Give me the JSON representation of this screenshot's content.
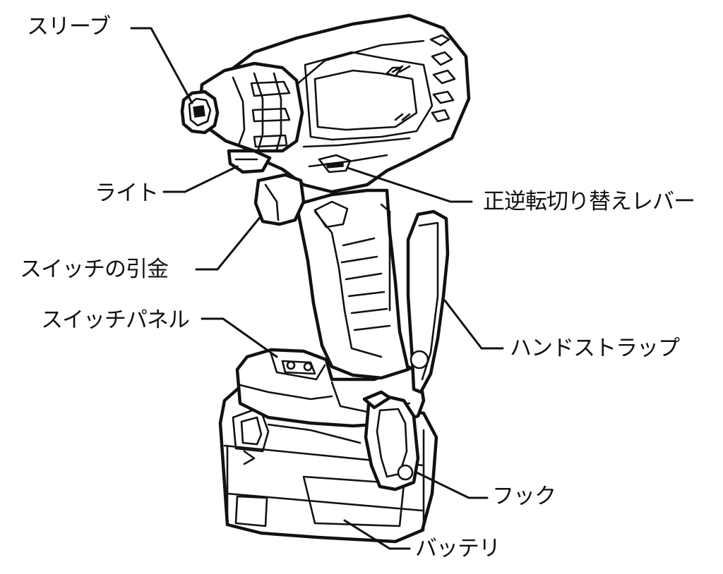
{
  "labels": {
    "sleeve": "スリーブ",
    "light": "ライト",
    "trigger": "スイッチの引金",
    "switch_panel": "スイッチパネル",
    "reverse_lever": "正逆転切り替えレバー",
    "hand_strap": "ハンドストラップ",
    "hook": "フック",
    "battery": "バッテリ"
  }
}
